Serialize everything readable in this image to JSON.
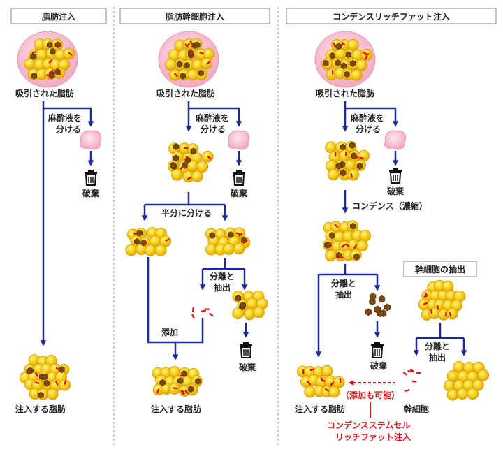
{
  "colors": {
    "arrow": "#1b2a9a",
    "red": "#d8171e",
    "fat": "#f3c20f",
    "stem": "#7b4a12",
    "fluid": "#f6b8c8"
  },
  "col1": {
    "header": "脂肪注入",
    "aspirated": "吸引された脂肪",
    "separate": [
      "麻酔液を",
      "分ける"
    ],
    "discard": "破棄",
    "inject": "注入する脂肪"
  },
  "col2": {
    "header": "脂肪幹細胞注入",
    "aspirated": "吸引された脂肪",
    "separate": [
      "麻酔液を",
      "分ける"
    ],
    "discard1": "破棄",
    "half": "半分に分ける",
    "extract": [
      "分離と",
      "抽出"
    ],
    "add": "添加",
    "discard2": "破棄",
    "inject": "注入する脂肪"
  },
  "col3": {
    "header": "コンデンスリッチファット注入",
    "aspirated": "吸引された脂肪",
    "separate": [
      "麻酔液を",
      "分ける"
    ],
    "discard1": "破棄",
    "condense": "コンデンス（濃縮）",
    "extract": [
      "分離と",
      "抽出"
    ],
    "discard2": "破棄",
    "stem_box": "幹細胞の抽出",
    "extract2": [
      "分離と",
      "抽出"
    ],
    "optional_add": "（添加も可能）",
    "inject": "注入する脂肪",
    "stem_cells": "幹細胞",
    "result": [
      "コンデンスステムセル",
      "リッチファット注入"
    ]
  }
}
